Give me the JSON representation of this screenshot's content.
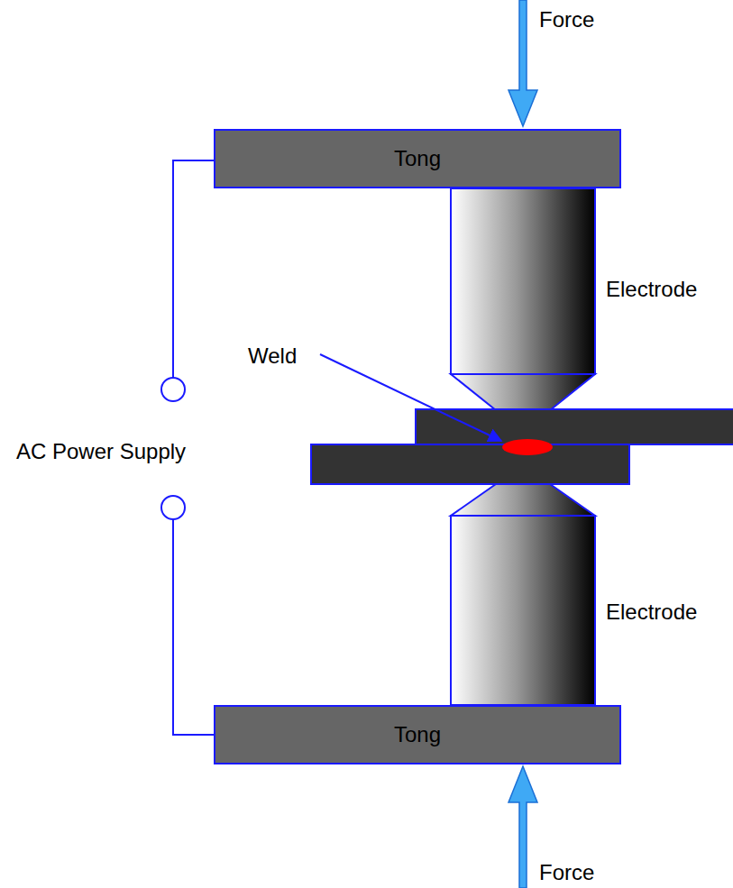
{
  "diagram": {
    "nodes": [
      {
        "text": [
          "Tong"
        ]
      },
      {
        "text": [
          "Tong"
        ]
      }
    ],
    "labels": [
      "Force",
      "Electrode",
      "Weld",
      "AC Power Supply",
      "Electrode",
      "Force"
    ]
  }
}
